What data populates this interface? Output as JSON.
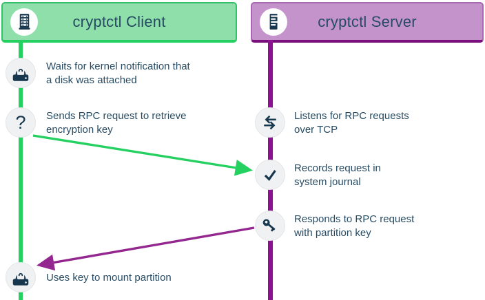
{
  "client": {
    "title": "cryptctl Client",
    "steps": [
      {
        "line1": "Waits for kernel notification that",
        "line2": "a disk was attached"
      },
      {
        "line1": "Sends RPC request to retrieve",
        "line2": "encryption key",
        "glyph": "?"
      },
      {
        "line1": "Uses key to mount partition",
        "line2": ""
      }
    ]
  },
  "server": {
    "title": "cryptctl Server",
    "steps": [
      {
        "line1": "Listens for RPC requests",
        "line2": "over TCP"
      },
      {
        "line1": "Records request in",
        "line2": "system journal"
      },
      {
        "line1": "Responds to RPC request",
        "line2": "with partition key"
      }
    ]
  },
  "colors": {
    "client_green": "#24d160",
    "client_green_fill": "#8fdfaa",
    "client_green_border": "#33c169",
    "server_purple": "#8e1191",
    "server_purple_arrow": "#93278f",
    "server_purple_fill": "#c493cc",
    "server_purple_border_dark": "#7b0e7d",
    "server_purple_border_light": "#a768b1",
    "text_navy": "#274b63",
    "icon_navy": "#17374e",
    "step_circle_fill": "#f0f1f2"
  }
}
